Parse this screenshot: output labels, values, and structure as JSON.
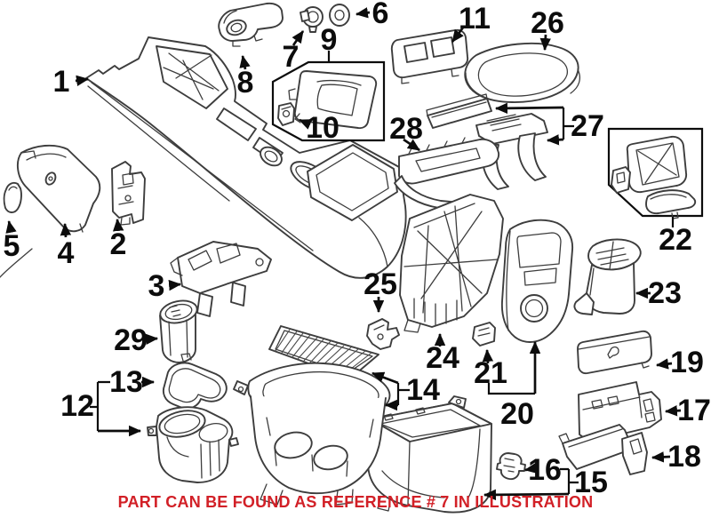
{
  "diagram": {
    "caption": {
      "text": "PART CAN BE FOUND AS REFERENCE # 7 IN ILLUSTRATION",
      "highlight_ref": "7",
      "color": "#d22027"
    },
    "colors": {
      "background": "#ffffff",
      "part_line": "#3d3d3d",
      "callout_line": "#0c0c0c",
      "label_text": "#0c0c0c"
    },
    "labels": [
      {
        "ref": "1"
      },
      {
        "ref": "2"
      },
      {
        "ref": "3"
      },
      {
        "ref": "4"
      },
      {
        "ref": "5"
      },
      {
        "ref": "6"
      },
      {
        "ref": "7"
      },
      {
        "ref": "8"
      },
      {
        "ref": "9"
      },
      {
        "ref": "10"
      },
      {
        "ref": "11"
      },
      {
        "ref": "12"
      },
      {
        "ref": "13"
      },
      {
        "ref": "14"
      },
      {
        "ref": "15"
      },
      {
        "ref": "16"
      },
      {
        "ref": "17"
      },
      {
        "ref": "18"
      },
      {
        "ref": "19"
      },
      {
        "ref": "20"
      },
      {
        "ref": "21"
      },
      {
        "ref": "22"
      },
      {
        "ref": "23"
      },
      {
        "ref": "24"
      },
      {
        "ref": "25"
      },
      {
        "ref": "26"
      },
      {
        "ref": "27"
      },
      {
        "ref": "28"
      },
      {
        "ref": "29"
      }
    ]
  }
}
